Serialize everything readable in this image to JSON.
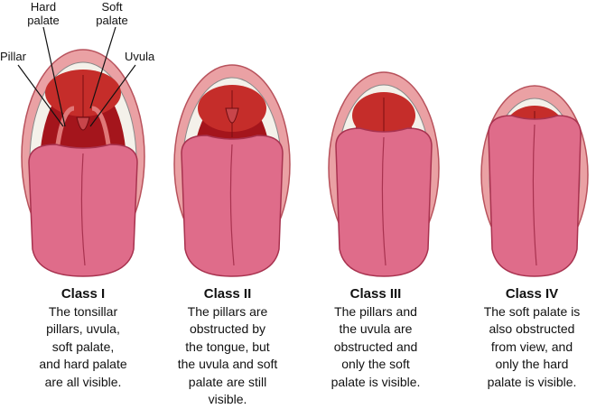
{
  "labels": {
    "hard_palate": [
      "Hard",
      "palate"
    ],
    "soft_palate": [
      "Soft",
      "palate"
    ],
    "pillar": "Pillar",
    "uvula": "Uvula"
  },
  "classes": [
    {
      "title": "Class I",
      "lines": [
        "The tonsillar",
        "pillars, uvula,",
        "soft palate,",
        "and hard palate",
        "are all visible."
      ]
    },
    {
      "title": "Class II",
      "lines": [
        "The pillars are",
        "obstructed by",
        "the tongue, but",
        "the uvula and soft",
        "palate are still",
        "visible."
      ]
    },
    {
      "title": "Class III",
      "lines": [
        "The pillars and",
        "the uvula are",
        "obstructed and",
        "only the soft",
        "palate is visible."
      ]
    },
    {
      "title": "Class IV",
      "lines": [
        "The soft palate is",
        "also obstructed",
        "from view, and",
        "only the hard",
        "palate is visible."
      ]
    }
  ],
  "colors": {
    "lip": "#eaa1a4",
    "lip_edge": "#b8525c",
    "teeth": "#f4f1ea",
    "cavity": "#a4151c",
    "palate": "#c52d2a",
    "tongue": "#df6c8a",
    "tongue_edge": "#a8324f"
  }
}
